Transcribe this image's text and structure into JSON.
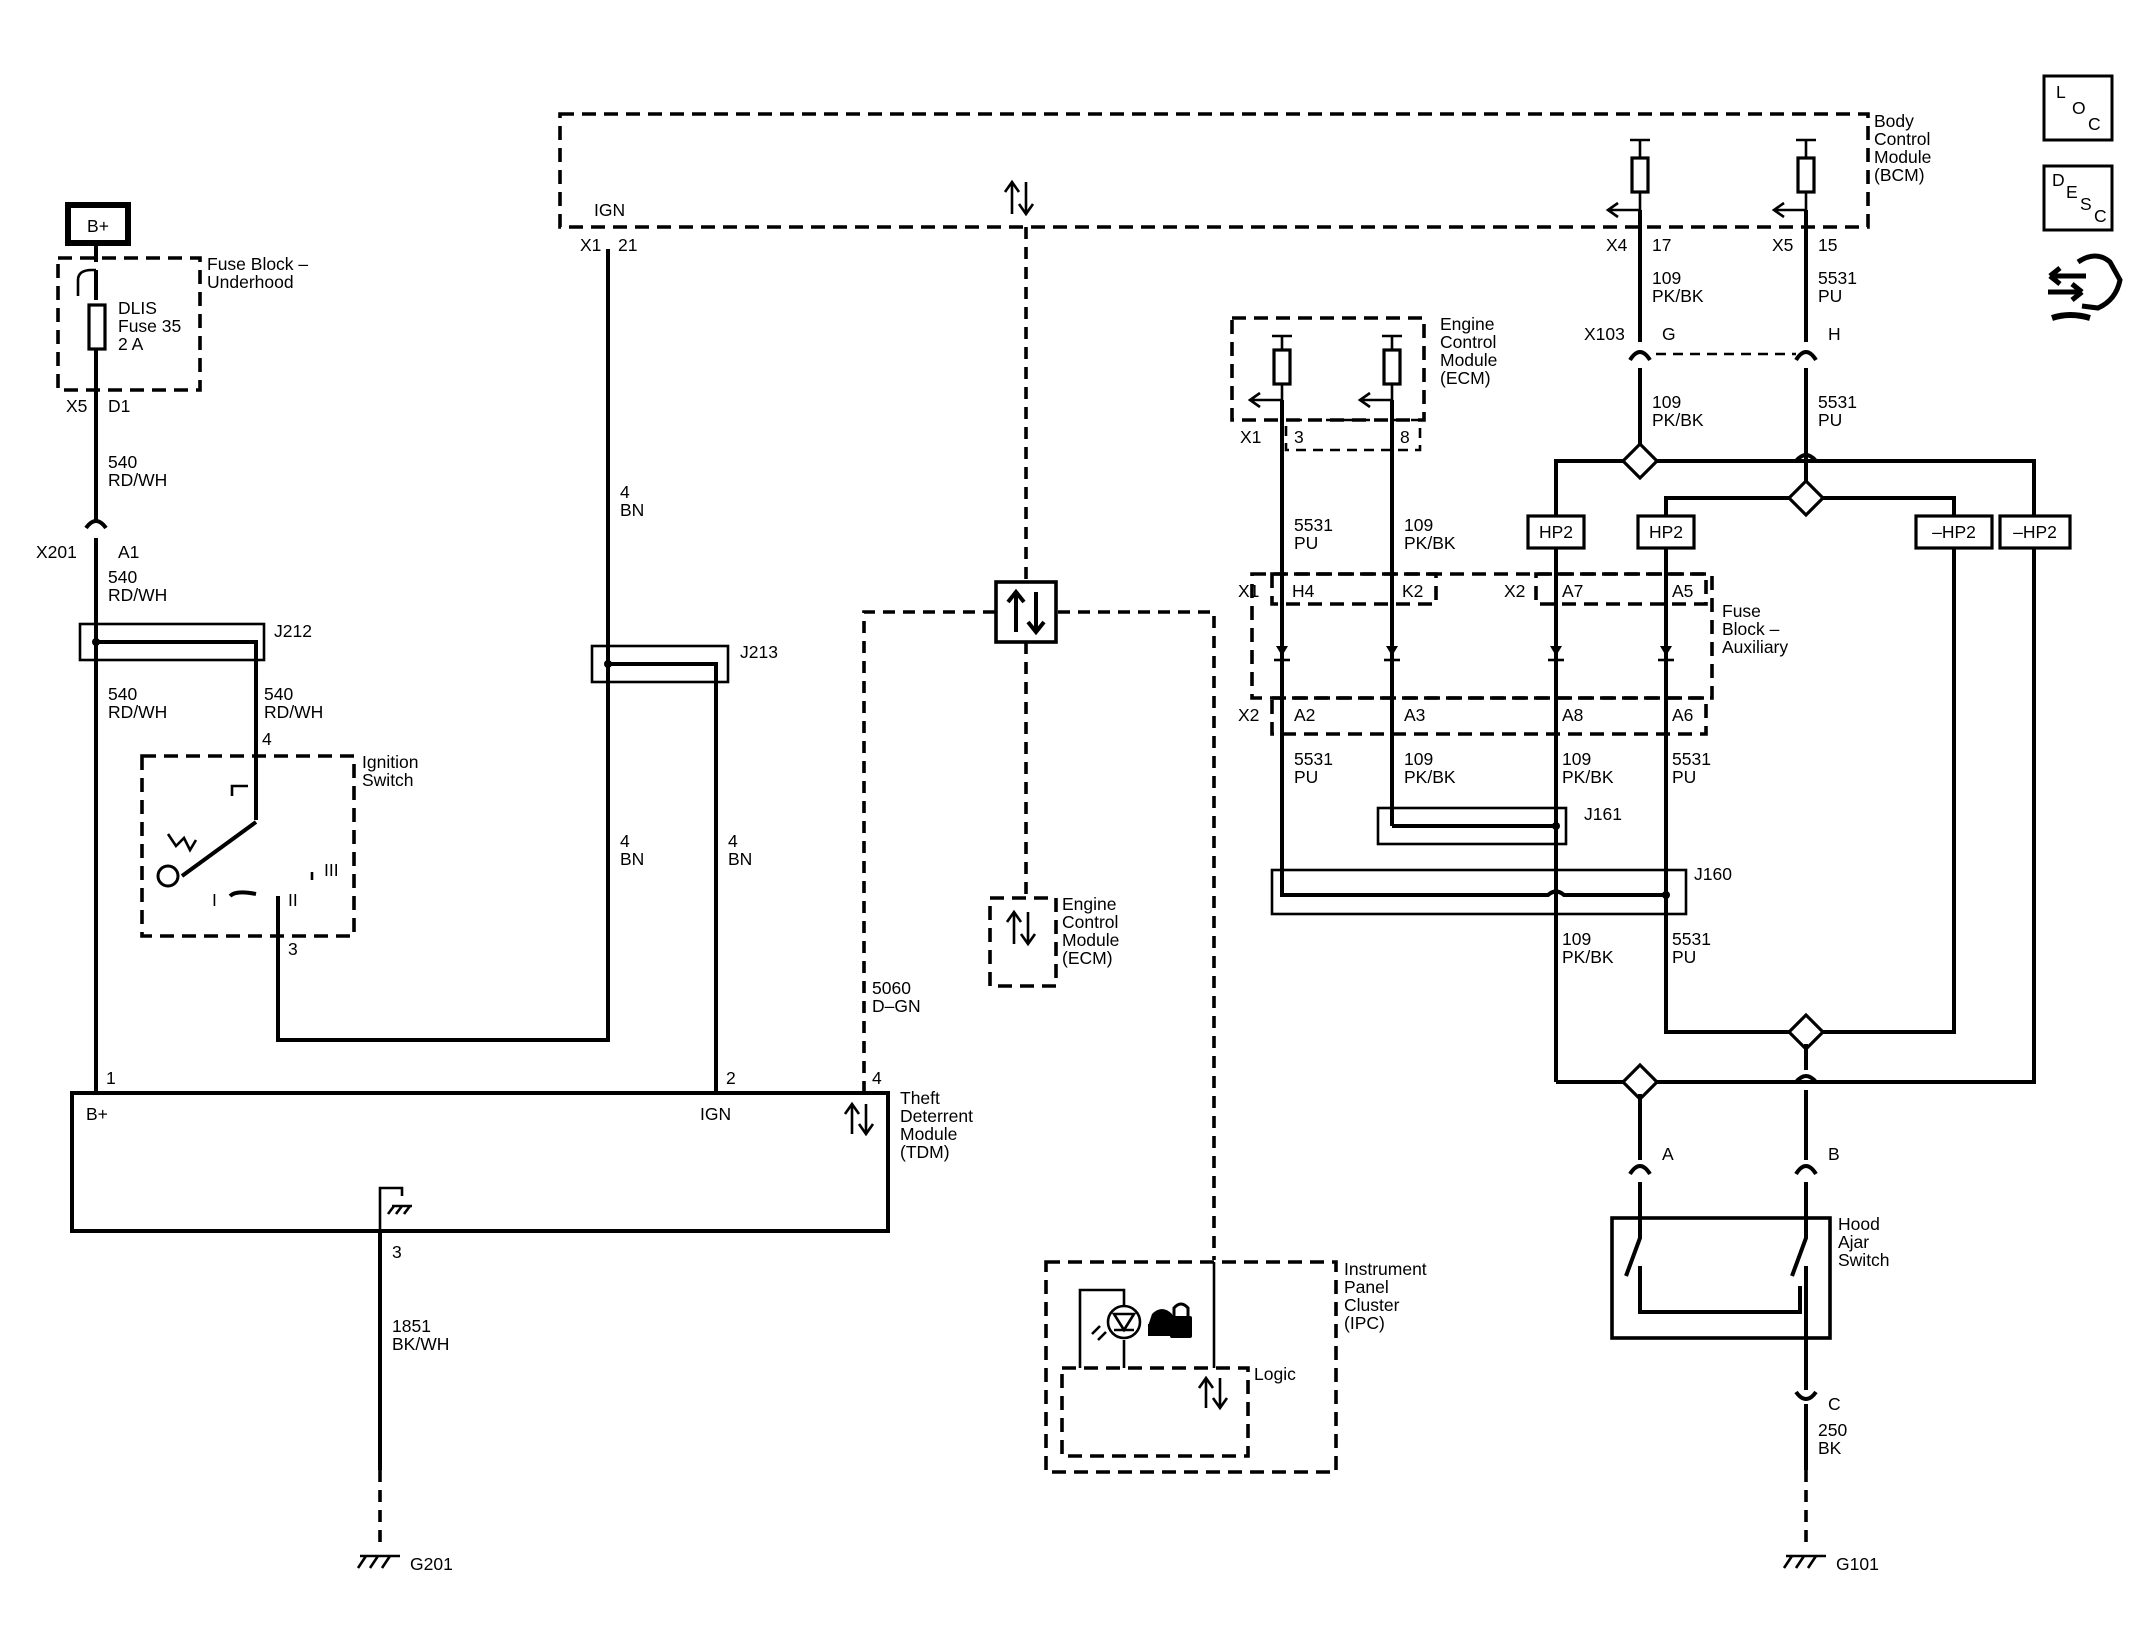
{
  "power": {
    "label": "B+"
  },
  "fuse_block_underhood": {
    "name": "Fuse Block –\nUnderhood",
    "fuse": "DLIS\nFuse 35\n2 A",
    "conn": "X5",
    "pin": "D1"
  },
  "wire_540_a": {
    "circuit": "540",
    "color": "RD/WH"
  },
  "x201": {
    "conn": "X201",
    "pin": "A1"
  },
  "wire_540_b": {
    "circuit": "540",
    "color": "RD/WH"
  },
  "j212": {
    "label": "J212"
  },
  "wire_540_c": {
    "circuit": "540",
    "color": "RD/WH"
  },
  "wire_540_d": {
    "circuit": "540",
    "color": "RD/WH"
  },
  "ignition_switch": {
    "name": "Ignition\nSwitch",
    "pin_in": "4",
    "pin_out": "3",
    "pos1": "I",
    "pos2": "II",
    "pos3": "III"
  },
  "bcm": {
    "name": "Body\nControl\nModule\n(BCM)",
    "ign": "IGN",
    "x1": "X1",
    "pin21": "21",
    "x4": "X4",
    "pin17": "17",
    "x5": "X5",
    "pin15": "15"
  },
  "wire_4_bn_a": {
    "circuit": "4",
    "color": "BN"
  },
  "j213": {
    "label": "J213"
  },
  "wire_4_bn_b": {
    "circuit": "4",
    "color": "BN"
  },
  "wire_4_bn_c": {
    "circuit": "4",
    "color": "BN"
  },
  "tdm": {
    "name": "Theft\nDeterrent\nModule\n(TDM)",
    "bplus": "B+",
    "ign": "IGN",
    "pin1": "1",
    "pin2": "2",
    "pin4": "4",
    "pin3": "3"
  },
  "wire_5060": {
    "circuit": "5060",
    "color": "D–GN"
  },
  "wire_1851": {
    "circuit": "1851",
    "color": "BK/WH"
  },
  "ground_g201": {
    "label": "G201"
  },
  "ecm_serial": {
    "name": "Engine\nControl\nModule\n(ECM)"
  },
  "ipc": {
    "name": "Instrument\nPanel\nCluster\n(IPC)",
    "logic": "Logic"
  },
  "ecm_top": {
    "name": "Engine\nControl\nModule\n(ECM)",
    "x1": "X1",
    "pin3": "3",
    "pin8": "8"
  },
  "bcm_out_wires": {
    "w1_circuit": "109",
    "w1_color": "PK/BK",
    "w2_circuit": "5531",
    "w2_color": "PU"
  },
  "x103": {
    "conn": "X103",
    "pinG": "G",
    "pinH": "H"
  },
  "x103_out": {
    "w1_circuit": "109",
    "w1_color": "PK/BK",
    "w2_circuit": "5531",
    "w2_color": "PU"
  },
  "hp2": {
    "a": "HP2",
    "b": "HP2",
    "c": "–HP2",
    "d": "–HP2"
  },
  "ecm_wires": {
    "w1_circuit": "5531",
    "w1_color": "PU",
    "w2_circuit": "109",
    "w2_color": "PK/BK"
  },
  "fuse_block_aux": {
    "name": "Fuse\nBlock –\nAuxiliary",
    "x1": "X1",
    "x2_top": "X2",
    "x2_bot": "X2",
    "h4": "H4",
    "k2": "K2",
    "a7": "A7",
    "a5": "A5",
    "a2": "A2",
    "a3": "A3",
    "a8": "A8",
    "a6": "A6"
  },
  "aux_out_wires": {
    "w1_circuit": "5531",
    "w1_color": "PU",
    "w2_circuit": "109",
    "w2_color": "PK/BK",
    "w3_circuit": "109",
    "w3_color": "PK/BK",
    "w4_circuit": "5531",
    "w4_color": "PU"
  },
  "j161": {
    "label": "J161"
  },
  "j160": {
    "label": "J160"
  },
  "j160_out": {
    "w1_circuit": "109",
    "w1_color": "PK/BK",
    "w2_circuit": "5531",
    "w2_color": "PU"
  },
  "hood_switch": {
    "name": "Hood\nAjar\nSwitch",
    "pinA": "A",
    "pinB": "B",
    "pinC": "C"
  },
  "wire_250": {
    "circuit": "250",
    "color": "BK"
  },
  "ground_g101": {
    "label": "G101"
  },
  "legend": {
    "loc": [
      "L",
      "O",
      "C"
    ],
    "desc": [
      "D",
      "E",
      "S",
      "C"
    ],
    "icon": "connector-hand-icon"
  }
}
